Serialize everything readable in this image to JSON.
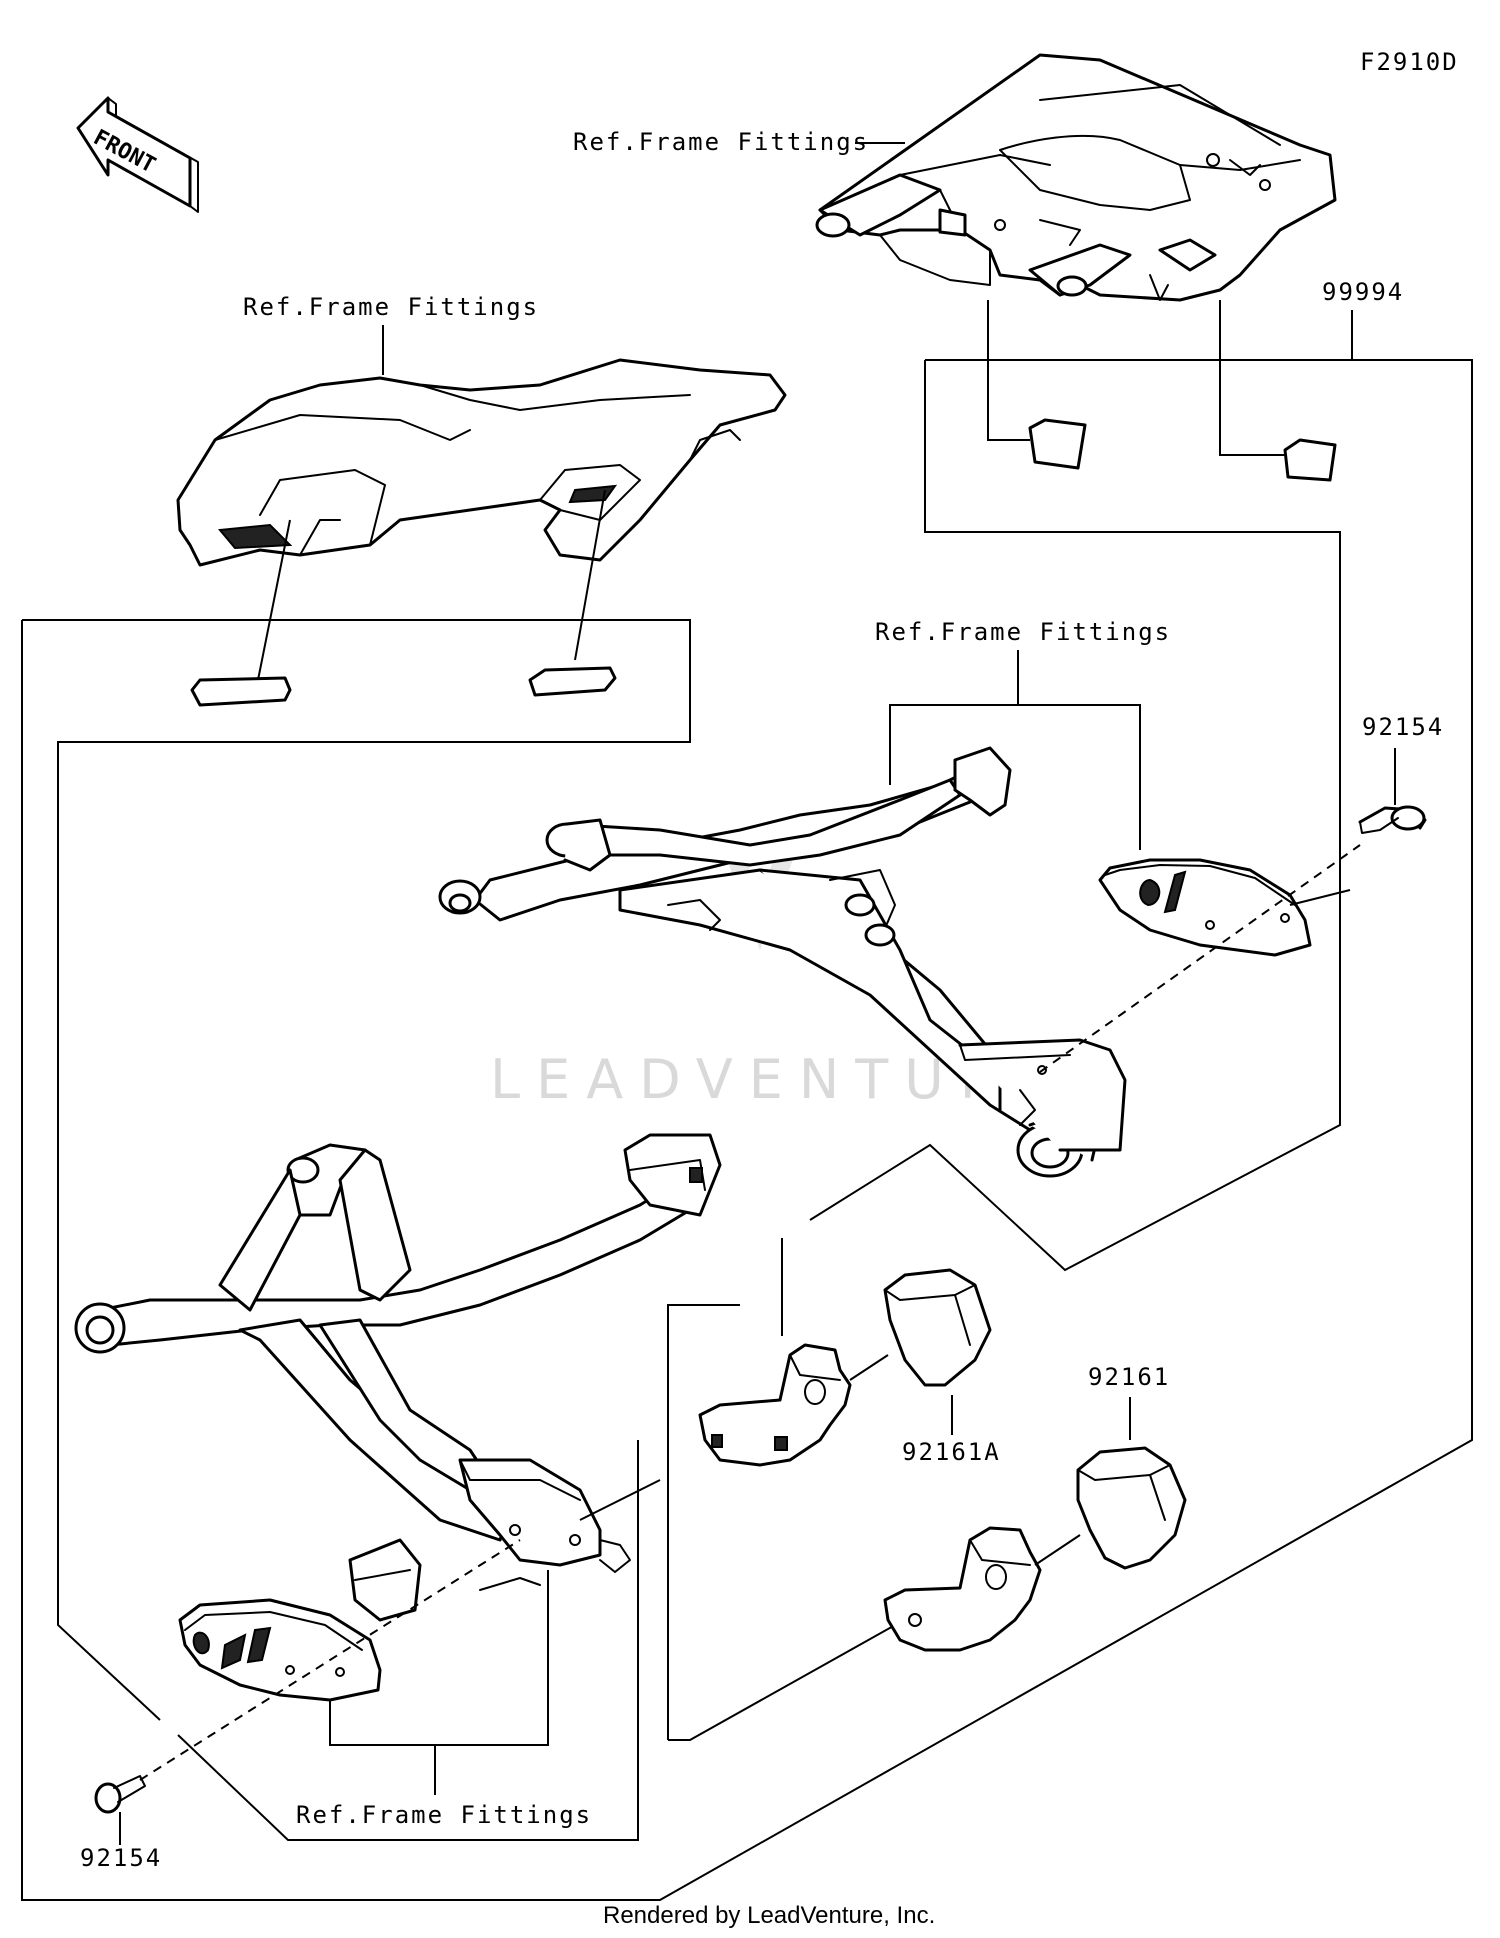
{
  "diagram_code": "F2910D",
  "front_arrow_text": "FRONT",
  "labels": {
    "ref_frame_top_right": "Ref.Frame Fittings",
    "ref_frame_top_left": "Ref.Frame Fittings",
    "ref_frame_mid_right": "Ref.Frame Fittings",
    "ref_frame_bottom": "Ref.Frame Fittings",
    "part_99994": "99994",
    "part_92154_right": "92154",
    "part_92154_left": "92154",
    "part_92161": "92161",
    "part_92161A": "92161A"
  },
  "watermark": "LEADVENTURE",
  "footer": "Rendered by LeadVenture, Inc."
}
